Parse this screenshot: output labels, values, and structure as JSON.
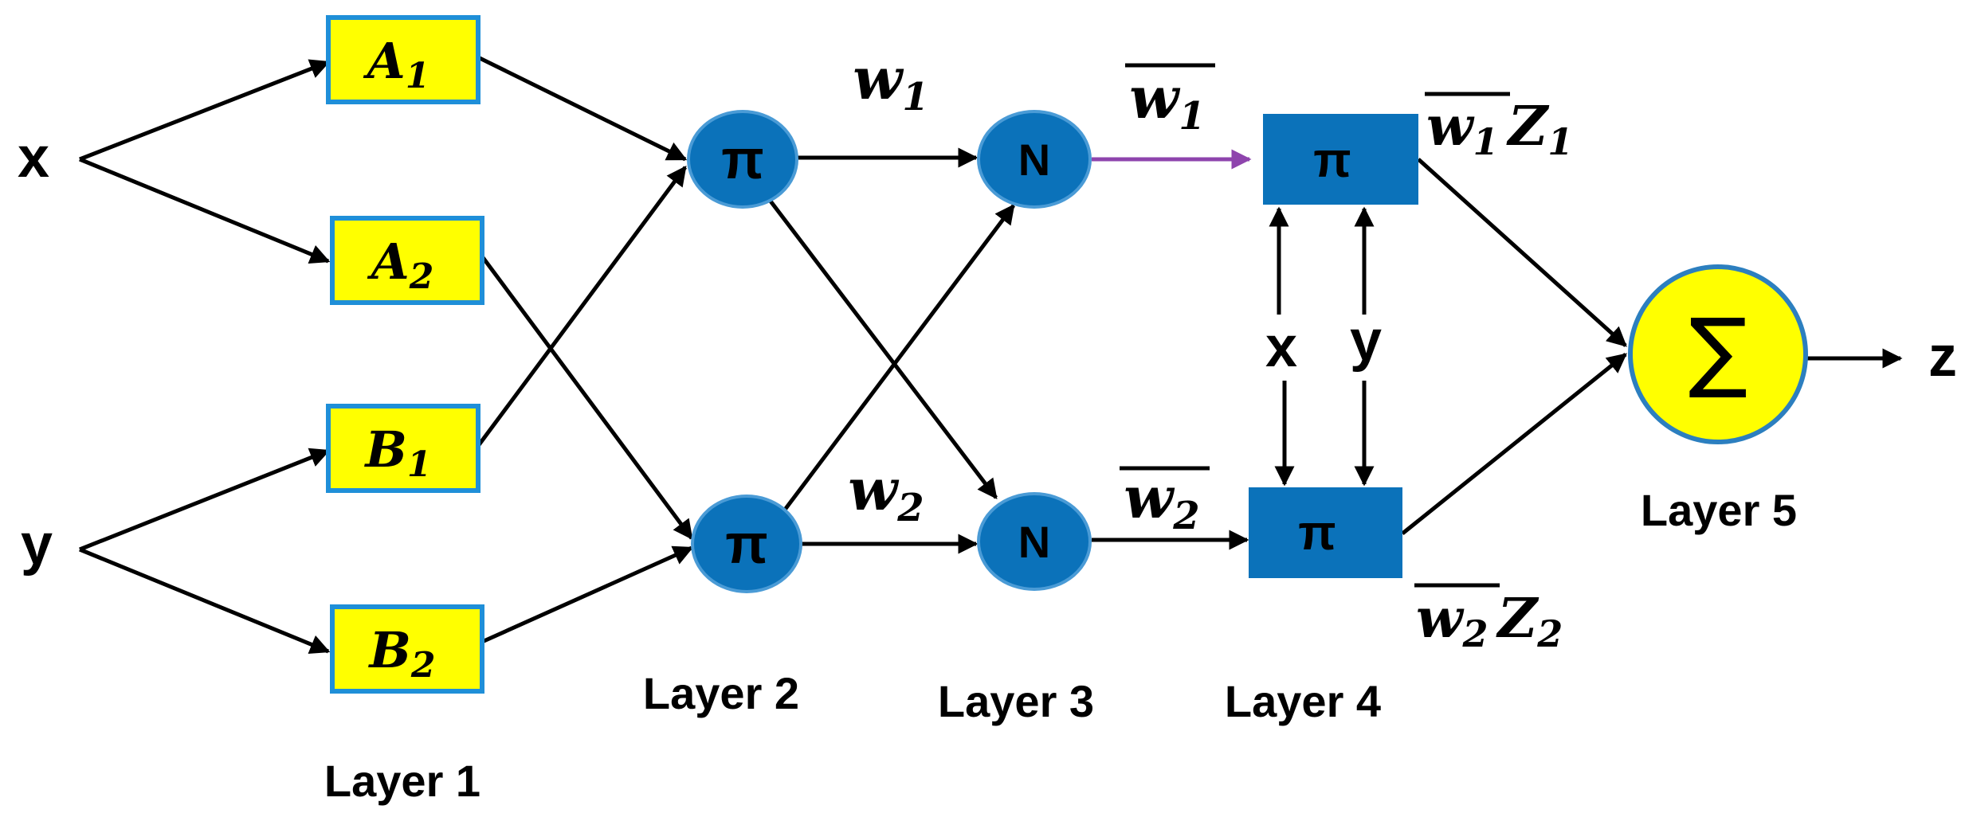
{
  "inputs": {
    "x": "x",
    "y": "y"
  },
  "layers": {
    "layer1": "Layer 1",
    "layer2": "Layer 2",
    "layer3": "Layer 3",
    "layer4": "Layer 4",
    "layer5": "Layer 5"
  },
  "membership_nodes": [
    {
      "letter": "A",
      "sub": "1"
    },
    {
      "letter": "A",
      "sub": "2"
    },
    {
      "letter": "B",
      "sub": "1"
    },
    {
      "letter": "B",
      "sub": "2"
    }
  ],
  "product_symbol": "π",
  "norm_symbol": "N",
  "sum_symbol": "∑",
  "weights": {
    "w1": {
      "letter": "w",
      "sub": "1"
    },
    "w2": {
      "letter": "w",
      "sub": "2"
    },
    "w1bar": {
      "letter": "w",
      "sub": "1"
    },
    "w2bar": {
      "letter": "w",
      "sub": "2"
    }
  },
  "consequents": {
    "top": {
      "w": "w",
      "wsub": "1",
      "z": "Z",
      "zsub": "1"
    },
    "bottom": {
      "w": "w",
      "wsub": "2",
      "z": "Z",
      "zsub": "2"
    }
  },
  "layer4_inputs": {
    "x": "x",
    "y": "y"
  },
  "output": "z",
  "colors": {
    "membership_fill": "#FFFF00",
    "membership_border": "#1F8FD8",
    "node_blue": "#0B72BA",
    "node_border": "#4A9BD6",
    "sum_fill": "#FFFF00",
    "sum_border": "#2C7FBF",
    "highlight_arrow": "#8E44AD"
  }
}
